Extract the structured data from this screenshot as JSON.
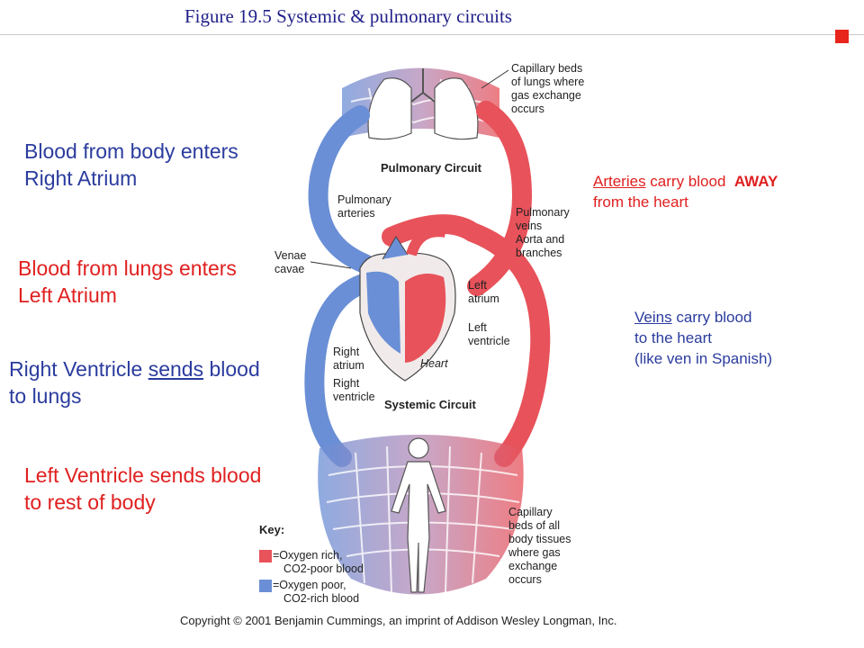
{
  "title": "Figure 19.5  Systemic & pulmonary circuits",
  "notes": {
    "body_enters_line1": "Blood from body enters",
    "body_enters_line2": "Right Atrium",
    "lungs_enters_line1": "Blood from lungs enters",
    "lungs_enters_line2": "Left Atrium",
    "rv_line1_a": "Right Ventricle ",
    "rv_line1_b": "sends",
    "rv_line1_c": " blood",
    "rv_line2": "to lungs",
    "lv_line1": "Left Ventricle sends blood",
    "lv_line2": "to rest of body"
  },
  "side_notes": {
    "arteries_word": "Arteries",
    "arteries_rest": " carry blood  ",
    "arteries_away": "AWAY",
    "arteries_line2": "from the heart",
    "veins_word": "Veins",
    "veins_rest": " carry blood",
    "veins_line2": "to the heart",
    "veins_line3": "(like ven in Spanish)"
  },
  "diagram": {
    "pulmonary_circuit": "Pulmonary Circuit",
    "systemic_circuit": "Systemic Circuit",
    "cap_lungs": [
      "Capillary beds",
      "of lungs where",
      "gas exchange",
      "occurs"
    ],
    "pulm_arteries": [
      "Pulmonary",
      "arteries"
    ],
    "pulm_veins": [
      "Pulmonary",
      "veins",
      "Aorta and",
      "branches"
    ],
    "venae_cavae": [
      "Venae",
      "cavae"
    ],
    "left_atrium": [
      "Left",
      "atrium"
    ],
    "left_ventricle": [
      "Left",
      "ventricle"
    ],
    "right_atrium": [
      "Right",
      "atrium"
    ],
    "right_ventricle": [
      "Right",
      "ventricle"
    ],
    "heart": "Heart",
    "cap_body": [
      "Capillary",
      "beds of all",
      "body tissues",
      "where gas",
      "exchange",
      "occurs"
    ],
    "key_title": "Key:",
    "key_rich": [
      "=Oxygen rich,",
      "CO2-poor blood"
    ],
    "key_poor": [
      "=Oxygen poor,",
      "CO2-rich blood"
    ]
  },
  "copyright": "Copyright © 2001 Benjamin Cummings, an imprint of Addison Wesley Longman, Inc.",
  "colors": {
    "title": "#1f1f8a",
    "accent": "#e8261c",
    "oxygen_rich": "#e8525a",
    "oxygen_poor": "#6a8fd6",
    "note_blue": "#2b3c9e",
    "note_red": "#e02020"
  }
}
